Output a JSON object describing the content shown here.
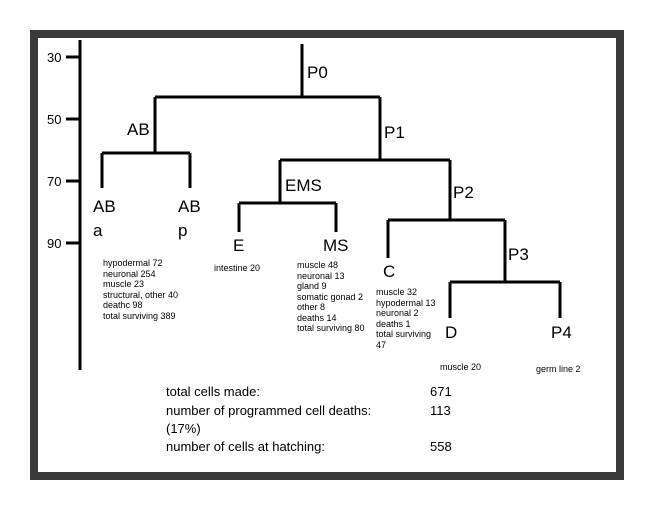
{
  "axis": {
    "ticks": [
      "30",
      "50",
      "70",
      "90"
    ]
  },
  "nodes": {
    "p0": "P0",
    "ab": "AB",
    "p1": "P1",
    "ems": "EMS",
    "p2": "P2",
    "aba_1": "AB",
    "aba_2": "a",
    "abp_1": "AB",
    "abp_2": "p",
    "e": "E",
    "ms": "MS",
    "c": "C",
    "p3": "P3",
    "d": "D",
    "p4": "P4"
  },
  "fates": {
    "ab": [
      "hypodermal 72",
      "neuronal 254",
      "muscle 23",
      "structural, other 40",
      "deathc 98",
      "total surviving 389"
    ],
    "e": [
      "intestine 20"
    ],
    "ms": [
      "muscle 48",
      "neuronal 13",
      "gland 9",
      "somatic gonad 2",
      "other 8",
      "deaths 14",
      "total surviving 80"
    ],
    "c": [
      "muscle 32",
      "hypodermal 13",
      "neuronal 2",
      "deaths 1",
      "total surviving",
      "47"
    ],
    "d": [
      "muscle 20"
    ],
    "p4": [
      "germ line 2"
    ]
  },
  "summary": {
    "total_cells_label": "total cells made:",
    "total_cells_value": "671",
    "deaths_label": "number of programmed cell deaths:",
    "deaths_value": "113",
    "deaths_pct": "(17%)",
    "hatching_label": "number of cells at hatching:",
    "hatching_value": "558"
  },
  "colors": {
    "frame": "#3a3a3a",
    "lines": "#000000"
  }
}
